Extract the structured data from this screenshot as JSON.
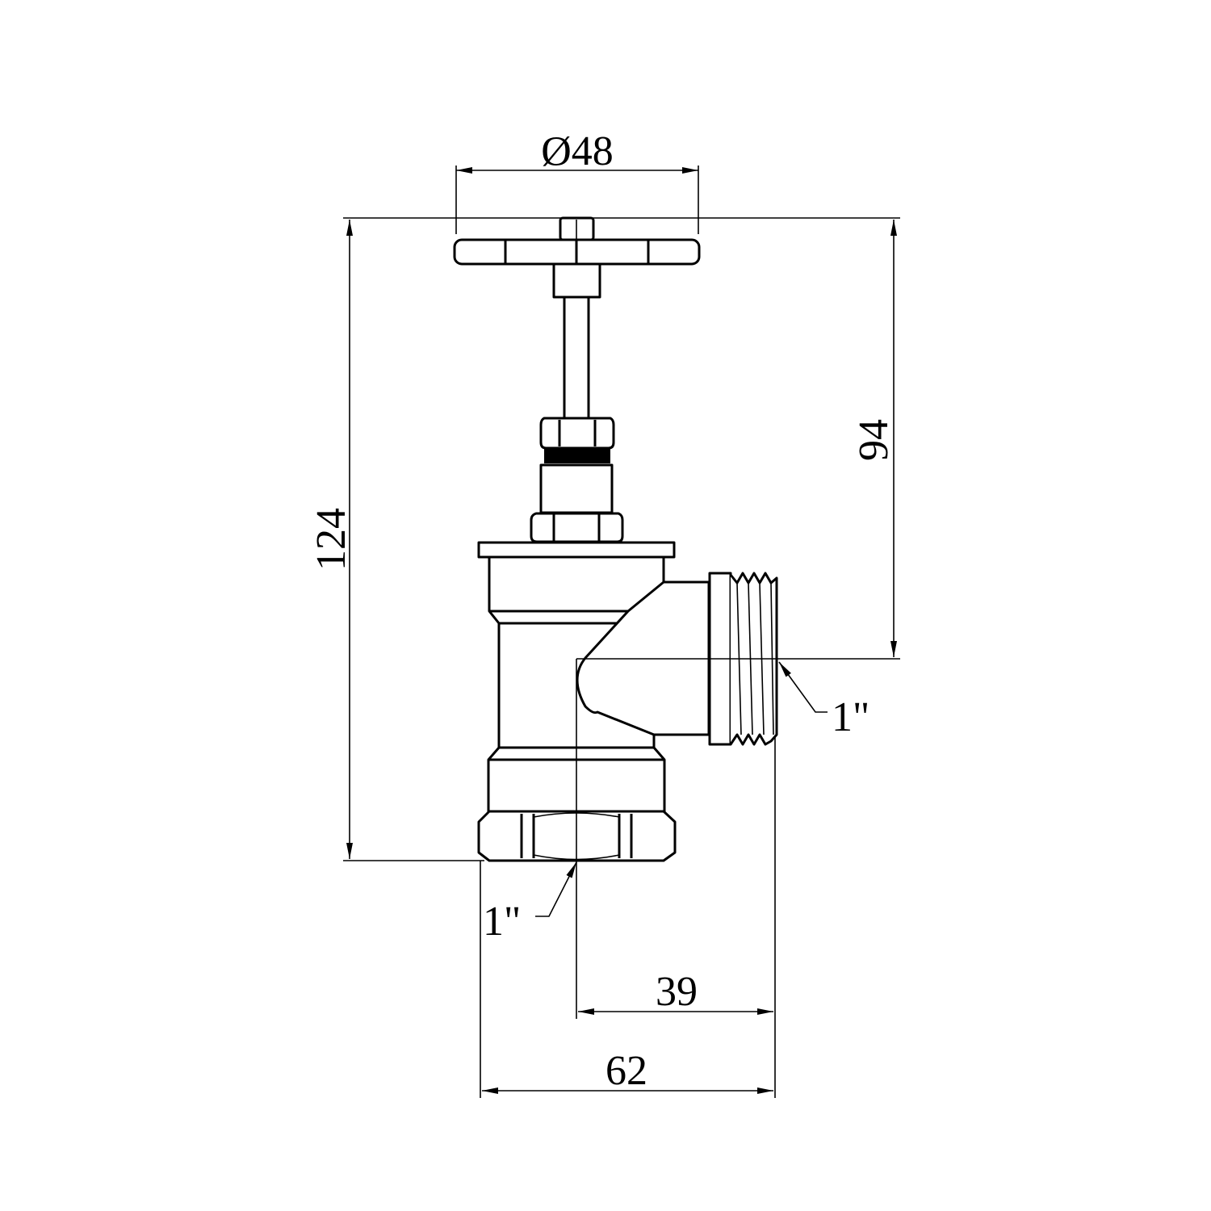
{
  "drawing": {
    "dimensions": {
      "handle_diameter": "Ø48",
      "total_height": "124",
      "outlet_height": "94",
      "outlet_offset": "39",
      "total_width": "62",
      "outlet_thread": "1\"",
      "inlet_thread": "1\""
    },
    "colors": {
      "line": "#000000",
      "background": "#ffffff"
    }
  }
}
